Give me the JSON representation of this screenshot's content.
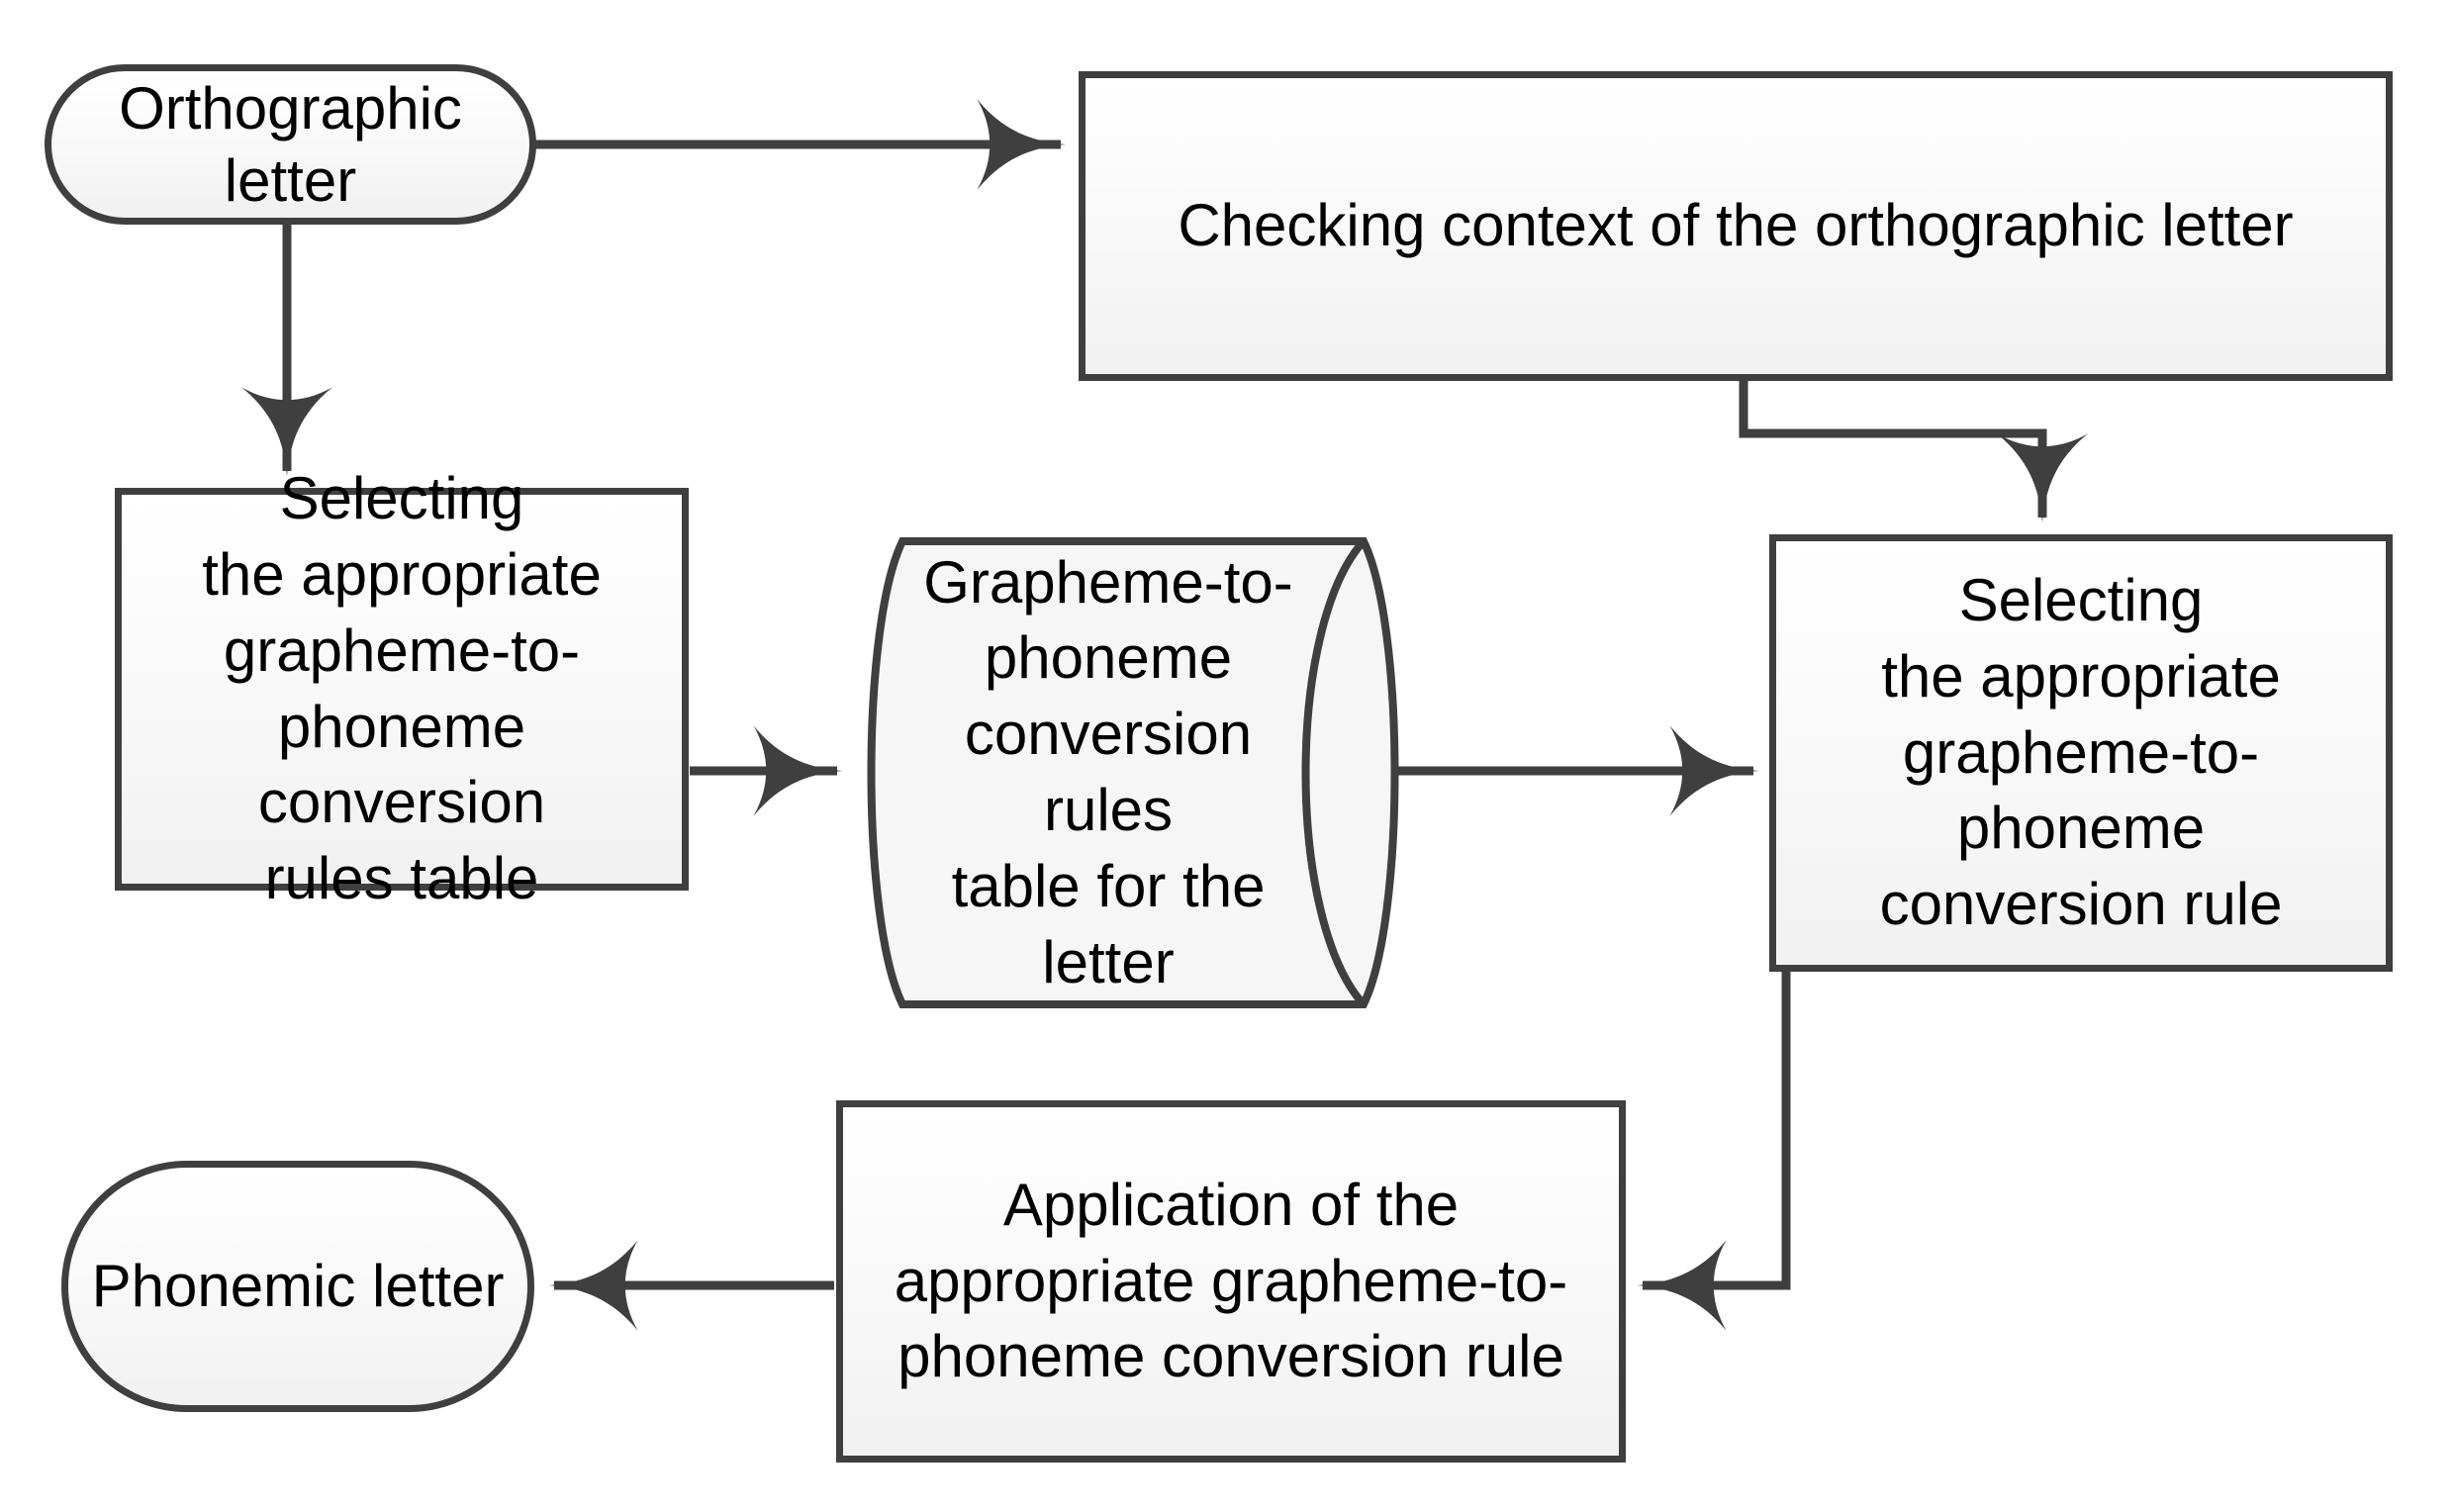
{
  "diagram": {
    "title": "Grapheme-to-phoneme conversion flowchart",
    "stroke_color": "#3f3f3f",
    "fill_top": "#ffffff",
    "fill_bottom": "#f1f1f1",
    "text_color": "#000000",
    "background": "#ffffff"
  },
  "nodes": {
    "orthographic_letter": {
      "label": "Orthographic letter",
      "shape": "terminator"
    },
    "checking_context": {
      "label": "Checking context of the orthographic letter",
      "shape": "process"
    },
    "select_table": {
      "label": "Selecting\nthe appropriate\ngrapheme-to-\nphoneme\nconversion\nrules table",
      "shape": "process"
    },
    "rules_table_store": {
      "label": "Grapheme-to-\nphoneme\nconversion rules\ntable for the\nletter",
      "shape": "cylinder"
    },
    "select_rule": {
      "label": "Selecting\nthe appropriate\ngrapheme-to-\nphoneme\nconversion rule",
      "shape": "process"
    },
    "apply_rule": {
      "label": "Application of the\nappropriate grapheme-to-\nphoneme conversion rule",
      "shape": "process"
    },
    "phonemic_letter": {
      "label": "Phonemic letter",
      "shape": "terminator"
    }
  },
  "edges": [
    {
      "id": "orthographic-to-checking",
      "from": "orthographic_letter",
      "to": "checking_context",
      "style": "straight-right"
    },
    {
      "id": "orthographic-to-select-table",
      "from": "orthographic_letter",
      "to": "select_table",
      "style": "straight-down"
    },
    {
      "id": "checking-to-select-rule",
      "from": "checking_context",
      "to": "select_rule",
      "style": "elbow-down"
    },
    {
      "id": "select-table-to-store",
      "from": "select_table",
      "to": "rules_table_store",
      "style": "straight-right"
    },
    {
      "id": "store-to-select-rule",
      "from": "rules_table_store",
      "to": "select_rule",
      "style": "straight-right"
    },
    {
      "id": "select-rule-to-apply",
      "from": "select_rule",
      "to": "apply_rule",
      "style": "elbow-left"
    },
    {
      "id": "apply-to-phonemic",
      "from": "apply_rule",
      "to": "phonemic_letter",
      "style": "straight-left"
    }
  ]
}
